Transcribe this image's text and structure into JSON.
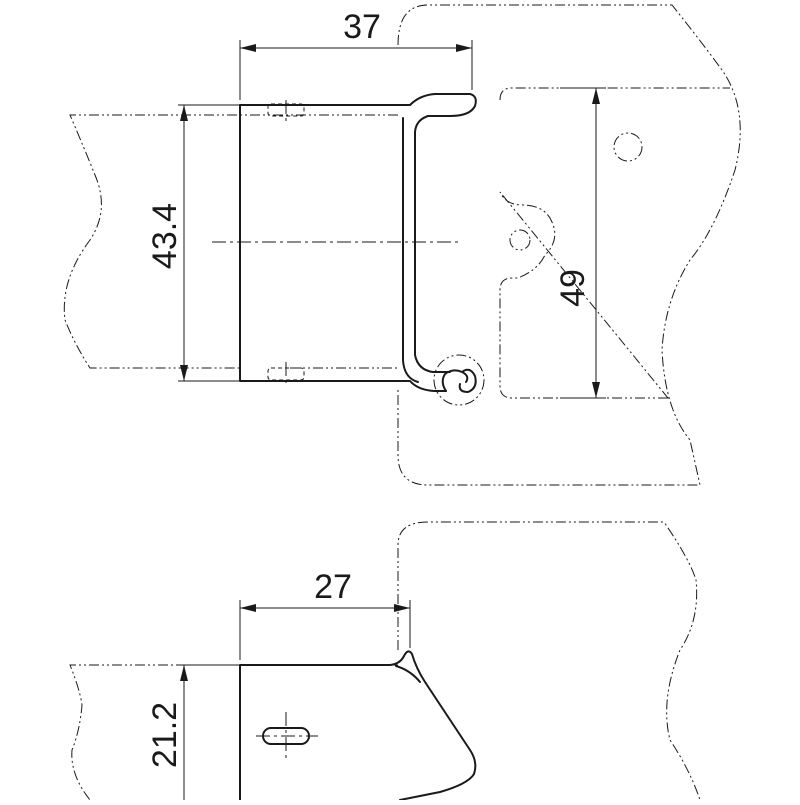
{
  "drawing": {
    "dimensions": {
      "top_width": "37",
      "top_height": "43.4",
      "cutout_height": "49",
      "bottom_width": "27",
      "bottom_height": "21.2"
    }
  }
}
